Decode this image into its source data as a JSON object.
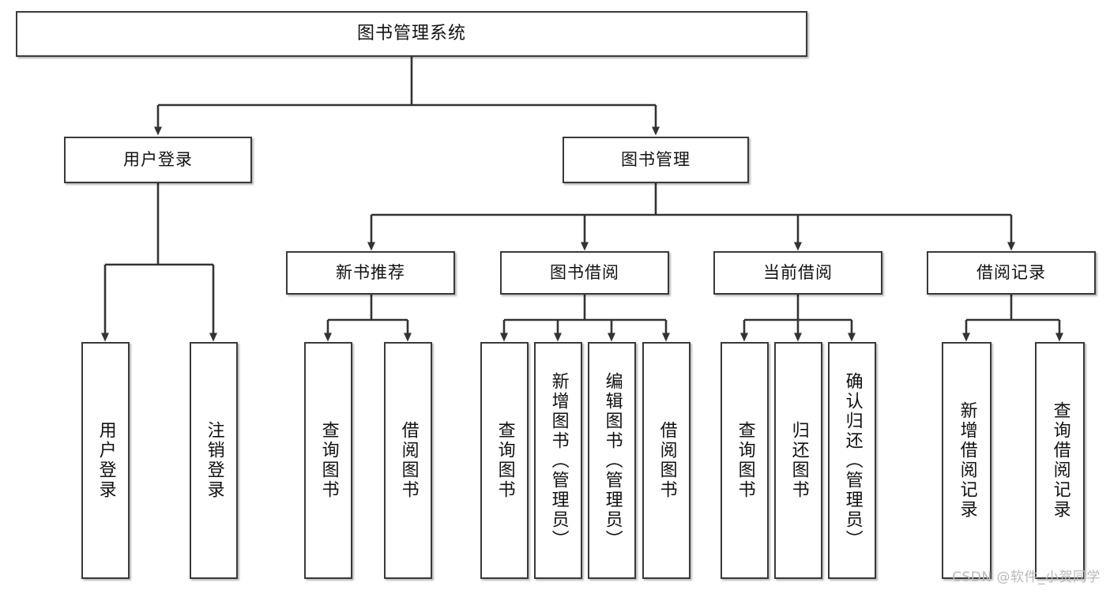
{
  "diagram": {
    "type": "tree-hierarchy",
    "title": "图书管理系统",
    "orientation": "top-down",
    "colors": {
      "box_border": "#3a3a3a",
      "box_fill": "#ffffff",
      "connector": "#333333",
      "text": "#111111",
      "watermark": "#b9b9b9",
      "background": "#ffffff"
    },
    "root": {
      "label": "图书管理系统"
    },
    "branches": [
      {
        "label": "用户登录"
      },
      {
        "label": "图书管理"
      },
      {
        "label": "新书推荐"
      },
      {
        "label": "图书借阅"
      },
      {
        "label": "当前借阅"
      },
      {
        "label": "借阅记录"
      }
    ],
    "leaves": {
      "user_login": [
        {
          "label": "用户登录"
        },
        {
          "label": "注销登录"
        }
      ],
      "new_book_recommend": [
        {
          "label": "查询图书"
        },
        {
          "label": "借阅图书"
        }
      ],
      "book_borrow": [
        {
          "label": "查询图书"
        },
        {
          "label": "新增图书（管理员）"
        },
        {
          "label": "编辑图书（管理员）"
        },
        {
          "label": "借阅图书"
        }
      ],
      "current_borrow": [
        {
          "label": "查询图书"
        },
        {
          "label": "归还图书"
        },
        {
          "label": "确认归还（管理员）"
        }
      ],
      "borrow_record": [
        {
          "label": "新增借阅记录"
        },
        {
          "label": "查询借阅记录"
        }
      ]
    },
    "watermark": "CSDN @软件_小贺同学"
  }
}
